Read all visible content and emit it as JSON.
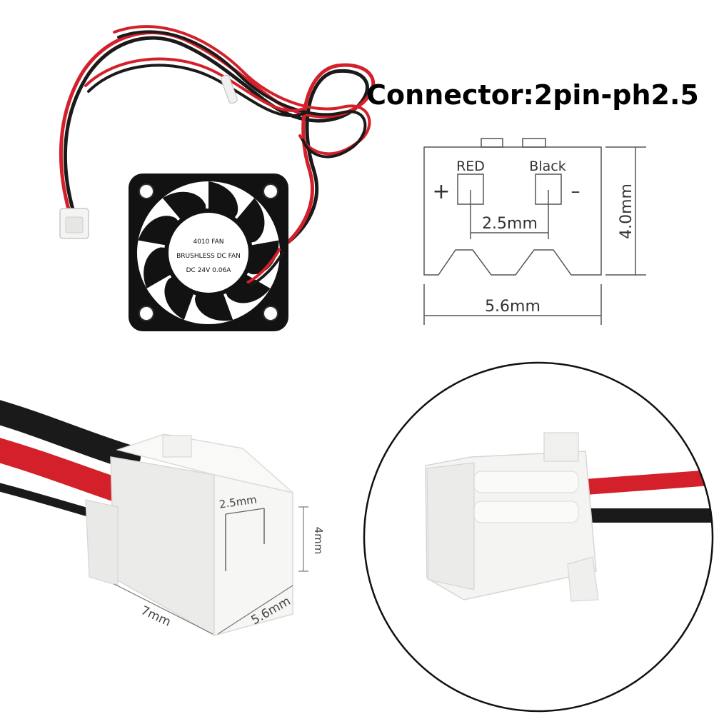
{
  "title": "Connector:2pin-ph2.5",
  "fan": {
    "label_line1": "4010  FAN",
    "label_line2": "BRUSHLESS DC FAN",
    "label_line3": "DC 24V  0.06A"
  },
  "connector_diagram": {
    "pin_left_label": "RED",
    "pin_right_label": "Black",
    "plus_sign": "+",
    "minus_sign": "–",
    "pitch_label": "2.5mm",
    "height_label": "4.0mm",
    "width_label": "5.6mm"
  },
  "connector_photo": {
    "pitch_label": "2.5mm",
    "height_label": "4mm",
    "length_label": "7mm",
    "width_label": "5.6mm"
  },
  "colors": {
    "wire_red": "#d3202a",
    "wire_black": "#1a1a1a",
    "fan_body": "#121212",
    "connector_white": "#f4f4f2",
    "line_gray": "#8a8a8a"
  }
}
